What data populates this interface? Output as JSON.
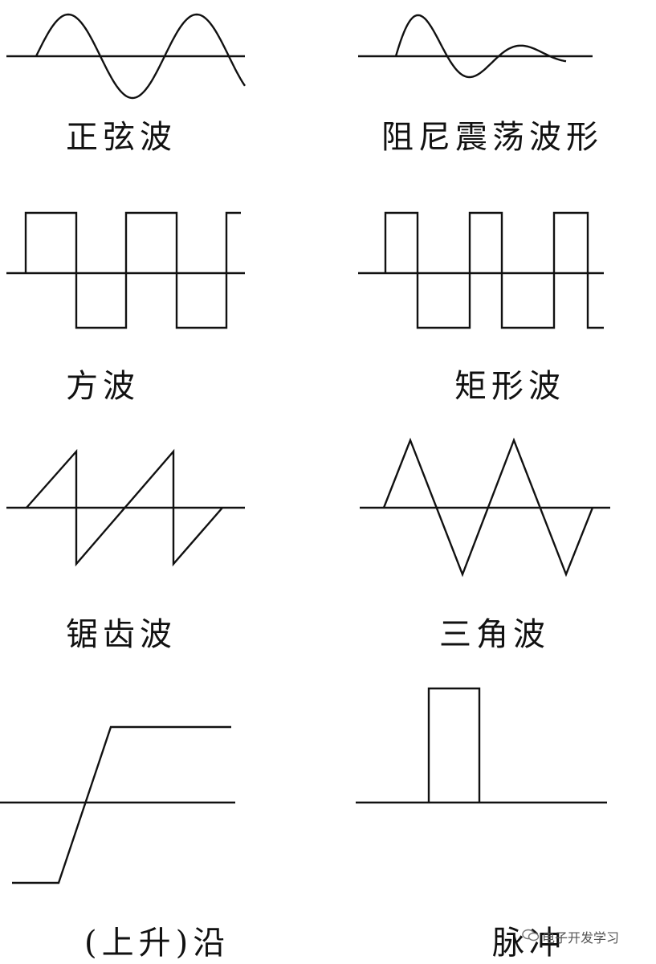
{
  "labels": {
    "sine": "正弦波",
    "damped": "阻尼震荡波形",
    "square": "方波",
    "rect": "矩形波",
    "sawtooth": "锯齿波",
    "triangle": "三角波",
    "edge": "(上升)沿",
    "pulse": "脉冲"
  },
  "watermark": {
    "text": "电子开发学习",
    "icon": "wechat-icon"
  },
  "colors": {
    "stroke": "#111111",
    "background": "#ffffff"
  }
}
